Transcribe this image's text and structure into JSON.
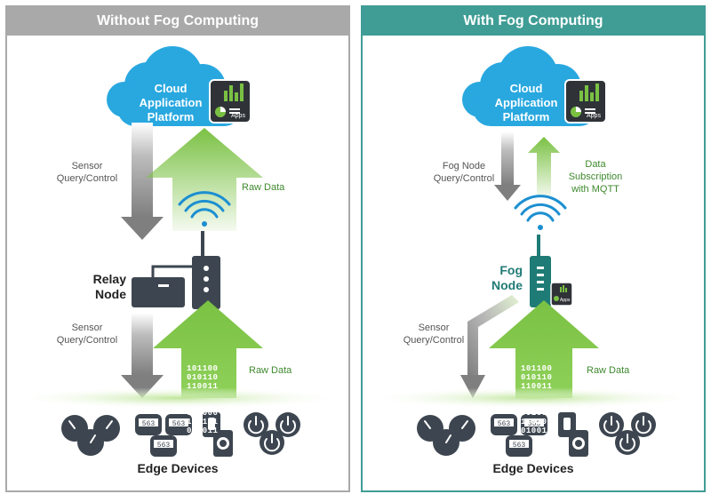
{
  "left": {
    "title": "Without Fog Computing",
    "cloud": [
      "Cloud",
      "Application",
      "Platform"
    ],
    "apps_label": "Apps",
    "query_top": [
      "Sensor",
      "Query/Control"
    ],
    "raw_data_top": "Raw Data",
    "node": [
      "Relay",
      "Node"
    ],
    "query_bottom": [
      "Sensor",
      "Query/Control"
    ],
    "raw_data_bottom": "Raw Data",
    "bits": [
      "101100",
      "010110",
      "110011",
      "001000",
      "110101",
      "010011"
    ],
    "meter_digits": "563",
    "edge_label": "Edge Devices"
  },
  "right": {
    "title": "With Fog Computing",
    "cloud": [
      "Cloud",
      "Application",
      "Platform"
    ],
    "apps_label": "Apps",
    "query_top": [
      "Fog Node",
      "Query/Control"
    ],
    "data_sub": [
      "Data",
      "Subscription",
      "with MQTT"
    ],
    "node": [
      "Fog",
      "Node"
    ],
    "node_apps_label": "Apps",
    "query_bottom": [
      "Sensor",
      "Query/Control"
    ],
    "raw_data_bottom": "Raw Data",
    "bits": [
      "101100",
      "010110",
      "110011",
      "001000",
      "110101",
      "010011"
    ],
    "meter_digits": "563",
    "edge_label": "Edge Devices"
  },
  "colors": {
    "left_header": "#a9a9a9",
    "right_header": "#3f9d95",
    "cloud": "#29a8e0",
    "green_arrow": "#7ac143",
    "gray_arrow": "#8c8c8c",
    "device": "#3d4650",
    "fog_node": "#1f7b75",
    "wifi": "#1c8fd1"
  }
}
